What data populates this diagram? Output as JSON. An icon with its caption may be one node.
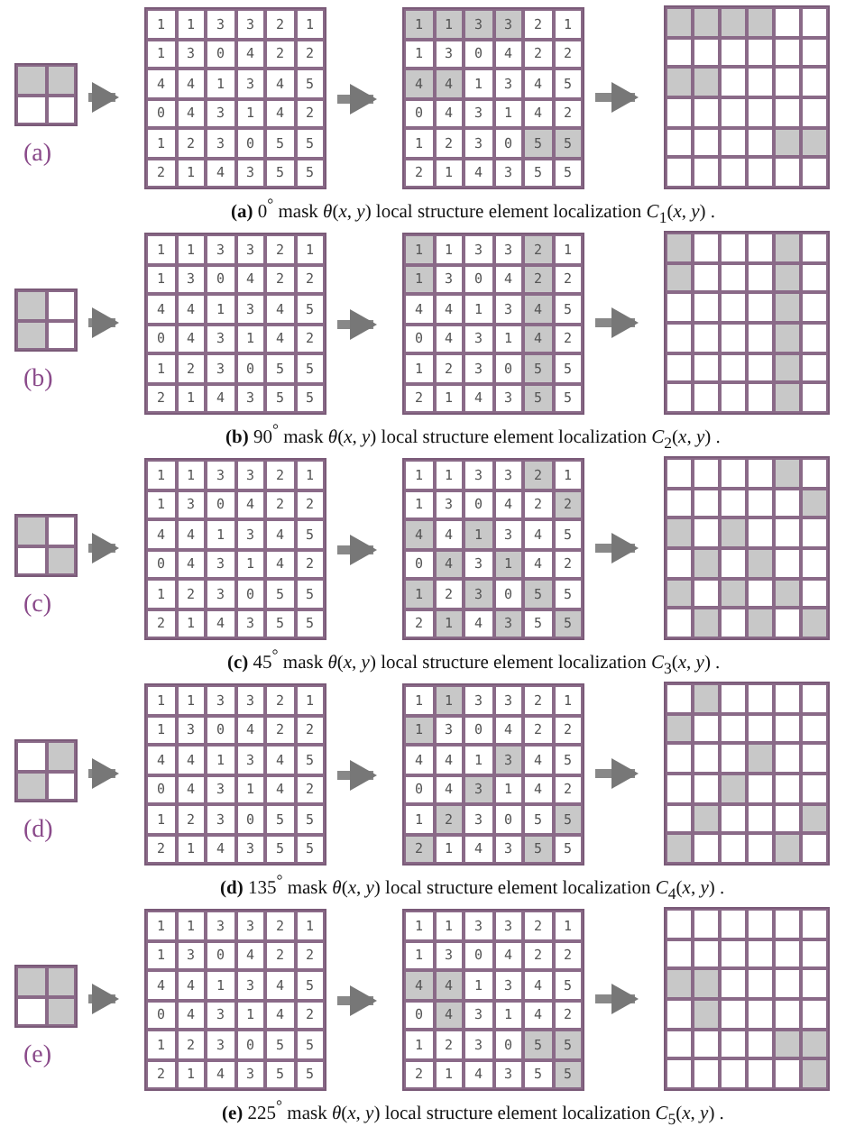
{
  "diagram": {
    "nodes": [
      {
        "text": [],
        "shape": "box",
        "beside": [
          "(a)"
        ]
      },
      {
        "text": [
          "1",
          "1",
          "3",
          "3",
          "2",
          "1",
          "1",
          "3",
          "0",
          "4",
          "2",
          "2",
          "4",
          "4",
          "1",
          "3",
          "4",
          "5",
          "0",
          "4",
          "3",
          "1",
          "4",
          "2",
          "1",
          "2",
          "3",
          "0",
          "5",
          "5",
          "2",
          "1",
          "4",
          "3",
          "5",
          "5"
        ]
      },
      {
        "text": [
          "1",
          "1",
          "3",
          "3",
          "2",
          "1",
          "1",
          "3",
          "0",
          "4",
          "2",
          "2",
          "4",
          "4",
          "1",
          "3",
          "4",
          "5",
          "0",
          "4",
          "3",
          "1",
          "4",
          "2",
          "1",
          "2",
          "3",
          "0",
          "5",
          "5",
          "2",
          "1",
          "4",
          "3",
          "5",
          "5"
        ]
      },
      {
        "text": [],
        "shape": "grid"
      },
      {
        "text": [],
        "shape": "box",
        "beside": [
          "(b)"
        ]
      },
      {
        "text": [
          "1",
          "1",
          "3",
          "3",
          "2",
          "1",
          "1",
          "3",
          "0",
          "4",
          "2",
          "2",
          "4",
          "4",
          "1",
          "3",
          "4",
          "5",
          "0",
          "4",
          "3",
          "1",
          "4",
          "2",
          "1",
          "2",
          "3",
          "0",
          "5",
          "5",
          "2",
          "1",
          "4",
          "3",
          "5",
          "5"
        ]
      },
      {
        "text": [
          "1",
          "1",
          "3",
          "3",
          "2",
          "1",
          "1",
          "3",
          "0",
          "4",
          "2",
          "2",
          "4",
          "4",
          "1",
          "3",
          "4",
          "5",
          "0",
          "4",
          "3",
          "1",
          "4",
          "2",
          "1",
          "2",
          "3",
          "0",
          "5",
          "5",
          "2",
          "1",
          "4",
          "3",
          "5",
          "5"
        ]
      },
      {
        "text": [],
        "shape": "grid"
      },
      {
        "text": [],
        "shape": "box",
        "beside": [
          "(c)"
        ]
      },
      {
        "text": [
          "1",
          "1",
          "3",
          "3",
          "2",
          "1",
          "1",
          "3",
          "0",
          "4",
          "2",
          "2",
          "4",
          "4",
          "1",
          "3",
          "4",
          "5",
          "0",
          "4",
          "3",
          "1",
          "4",
          "2",
          "1",
          "2",
          "3",
          "0",
          "5",
          "5",
          "2",
          "1",
          "4",
          "3",
          "5",
          "5"
        ]
      },
      {
        "text": [
          "1",
          "1",
          "3",
          "3",
          "2",
          "1",
          "1",
          "3",
          "0",
          "4",
          "2",
          "2",
          "4",
          "4",
          "1",
          "3",
          "4",
          "5",
          "0",
          "4",
          "3",
          "1",
          "4",
          "2",
          "1",
          "2",
          "3",
          "0",
          "5",
          "5",
          "2",
          "1",
          "4",
          "3",
          "5",
          "5"
        ]
      },
      {
        "text": [],
        "shape": "grid"
      },
      {
        "text": [],
        "shape": "box",
        "beside": [
          "(d)"
        ]
      },
      {
        "text": [
          "1",
          "1",
          "3",
          "3",
          "2",
          "1",
          "1",
          "3",
          "0",
          "4",
          "2",
          "2",
          "4",
          "4",
          "1",
          "3",
          "4",
          "5",
          "0",
          "4",
          "3",
          "1",
          "4",
          "2",
          "1",
          "2",
          "3",
          "0",
          "5",
          "5",
          "2",
          "1",
          "4",
          "3",
          "5",
          "5"
        ]
      },
      {
        "text": [
          "1",
          "1",
          "3",
          "3",
          "2",
          "1",
          "1",
          "3",
          "0",
          "4",
          "2",
          "2",
          "4",
          "4",
          "1",
          "3",
          "4",
          "5",
          "0",
          "4",
          "3",
          "1",
          "4",
          "2",
          "1",
          "2",
          "3",
          "0",
          "5",
          "5",
          "2",
          "1",
          "4",
          "3",
          "5",
          "5"
        ]
      },
      {
        "text": [],
        "shape": "grid"
      },
      {
        "text": [],
        "shape": "box",
        "beside": [
          "(e)"
        ]
      },
      {
        "text": [
          "1",
          "1",
          "3",
          "3",
          "2",
          "1",
          "1",
          "3",
          "0",
          "4",
          "2",
          "2",
          "4",
          "4",
          "1",
          "3",
          "4",
          "5",
          "0",
          "4",
          "3",
          "1",
          "4",
          "2",
          "1",
          "2",
          "3",
          "0",
          "5",
          "5",
          "2",
          "1",
          "4",
          "3",
          "5",
          "5"
        ]
      },
      {
        "text": [
          "1",
          "1",
          "3",
          "3",
          "2",
          "1",
          "1",
          "3",
          "0",
          "4",
          "2",
          "2",
          "4",
          "4",
          "1",
          "3",
          "4",
          "5",
          "0",
          "4",
          "3",
          "1",
          "4",
          "2",
          "1",
          "2",
          "3",
          "0",
          "5",
          "5",
          "2",
          "1",
          "4",
          "3",
          "5",
          "5"
        ]
      },
      {
        "text": [],
        "shape": "grid"
      }
    ],
    "edges": [
      {
        "from": 0,
        "to": 1,
        "arrow": "to"
      },
      {
        "from": 1,
        "to": 2,
        "arrow": "to"
      },
      {
        "from": 2,
        "to": 3,
        "arrow": "to"
      },
      {
        "from": 4,
        "to": 5,
        "arrow": "to"
      },
      {
        "from": 5,
        "to": 6,
        "arrow": "to"
      },
      {
        "from": 6,
        "to": 7,
        "arrow": "to"
      },
      {
        "from": 8,
        "to": 9,
        "arrow": "to"
      },
      {
        "from": 9,
        "to": 10,
        "arrow": "to"
      },
      {
        "from": 10,
        "to": 11,
        "arrow": "to"
      },
      {
        "from": 12,
        "to": 13,
        "arrow": "to"
      },
      {
        "from": 13,
        "to": 14,
        "arrow": "to"
      },
      {
        "from": 14,
        "to": 15,
        "arrow": "to"
      },
      {
        "from": 16,
        "to": 17,
        "arrow": "to"
      },
      {
        "from": 17,
        "to": 18,
        "arrow": "to"
      },
      {
        "from": 18,
        "to": 19,
        "arrow": "to"
      }
    ],
    "labels": [
      "**(a)** 0$^{°}$ mask *θ*(*x*, *y*) local structure element localization *C*$_{1}$(*x*, *y*) .",
      "**(b)** 90$^{°}$ mask *θ*(*x*, *y*) local structure element localization *C*$_{2}$(*x*, *y*) .",
      "**(c)** 45$^{°}$ mask *θ*(*x*, *y*) local structure element localization *C*$_{3}$(*x*, *y*) .",
      "**(d)** 135$^{°}$ mask *θ*(*x*, *y*) local structure element localization *C*$_{4}$(*x*, *y*) .",
      "**(e)** 225$^{°}$ mask *θ*(*x*, *y*) local structure element localization *C*$_{5}$(*x*, *y*) ."
    ]
  }
}
